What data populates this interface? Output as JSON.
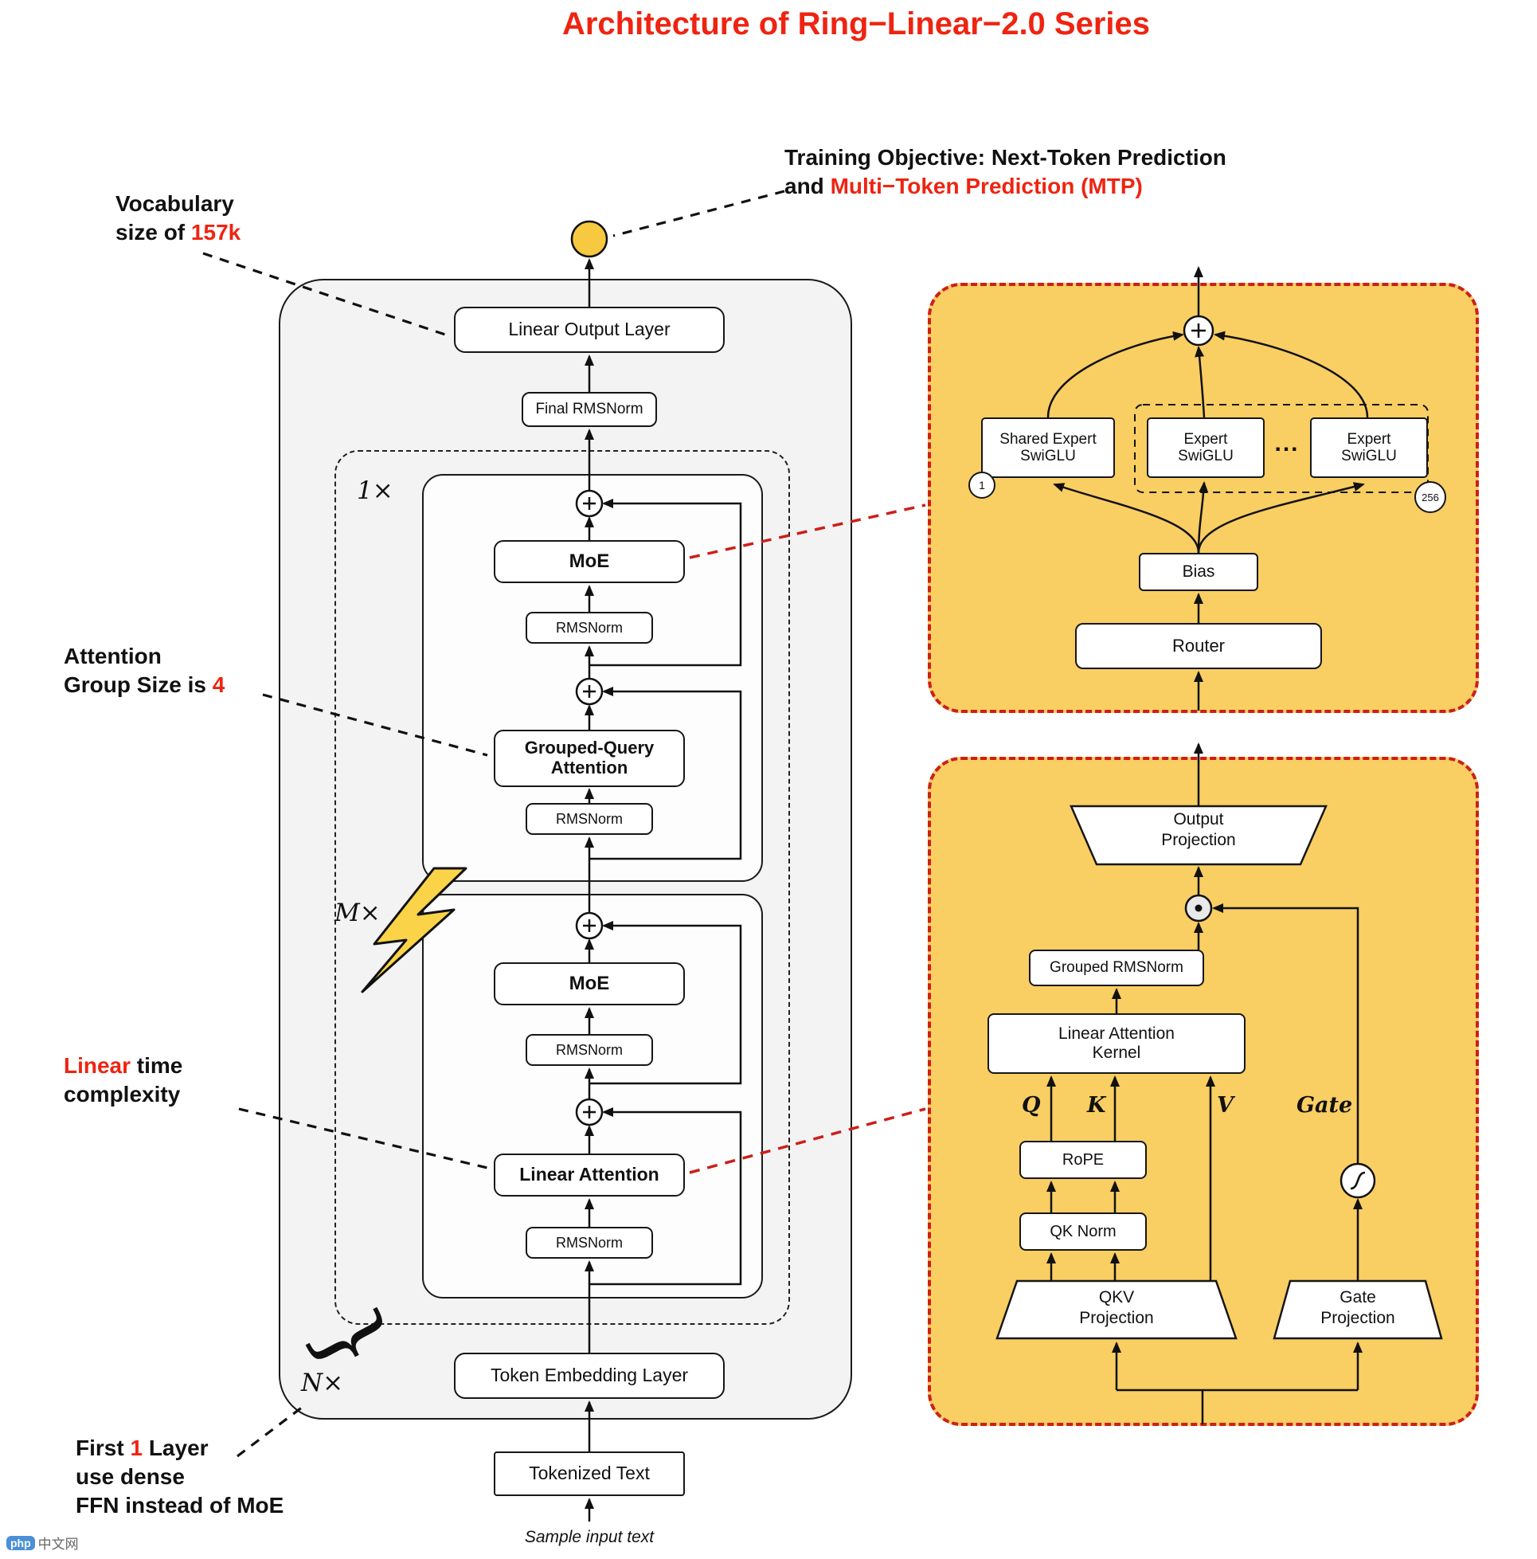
{
  "colors": {
    "accent_red": "#ee2411",
    "panel_yellow": "#f9ce63",
    "node_yellow": "#f7c940",
    "container_gray": "#f3f3f3",
    "dashed_red": "#cc1f1a"
  },
  "title": "Architecture of Ring−Linear−2.0 Series",
  "annotations": {
    "vocabulary": {
      "line1": "Vocabulary",
      "line2_pre": "size of ",
      "line2_highlight": "157k"
    },
    "training": {
      "line1": "Training Objective: Next-Token Prediction",
      "line2_pre": "and ",
      "line2_highlight": "Multi−Token Prediction (MTP)"
    },
    "attention_group": {
      "line1": "Attention",
      "line2_pre": "Group Size is ",
      "line2_highlight": "4"
    },
    "linear_time": {
      "line1_highlight": "Linear",
      "line1_post": " time",
      "line2": "complexity"
    },
    "first_layer": {
      "line1_pre": "First ",
      "line1_highlight": "1",
      "line1_post": " Layer",
      "line2": "use dense",
      "line3": "FFN instead of MoE"
    }
  },
  "backbone": {
    "linear_output_layer": "Linear Output Layer",
    "final_rmsnorm": "Final RMSNorm",
    "block1_multiplier": "1×",
    "moe": "MoE",
    "rmsnorm": "RMSNorm",
    "gqa_line1": "Grouped-Query",
    "gqa_line2": "Attention",
    "blockM_multiplier": "M×",
    "linear_attention": "Linear Attention",
    "blockN_multiplier": "N×",
    "token_embedding": "Token Embedding Layer",
    "tokenized_text": "Tokenized Text",
    "sample_input": "Sample input text"
  },
  "moe_panel": {
    "shared_expert_line1": "Shared Expert",
    "shared_expert_line2": "SwiGLU",
    "expert1_line1": "Expert",
    "expert1_line2": "SwiGLU",
    "expert2_line1": "Expert",
    "expert2_line2": "SwiGLU",
    "dots": "...",
    "index_first": "1",
    "index_last": "256",
    "bias": "Bias",
    "router": "Router"
  },
  "la_panel": {
    "output_projection_line1": "Output",
    "output_projection_line2": "Projection",
    "grouped_rmsnorm": "Grouped RMSNorm",
    "kernel_line1": "Linear Attention",
    "kernel_line2": "Kernel",
    "q": "Q",
    "k": "K",
    "v": "V",
    "gate": "Gate",
    "rope": "RoPE",
    "qk_norm": "QK Norm",
    "qkv_projection_line1": "QKV",
    "qkv_projection_line2": "Projection",
    "gate_projection_line1": "Gate",
    "gate_projection_line2": "Projection"
  },
  "watermark": {
    "logo": "php",
    "text": "中文网"
  }
}
